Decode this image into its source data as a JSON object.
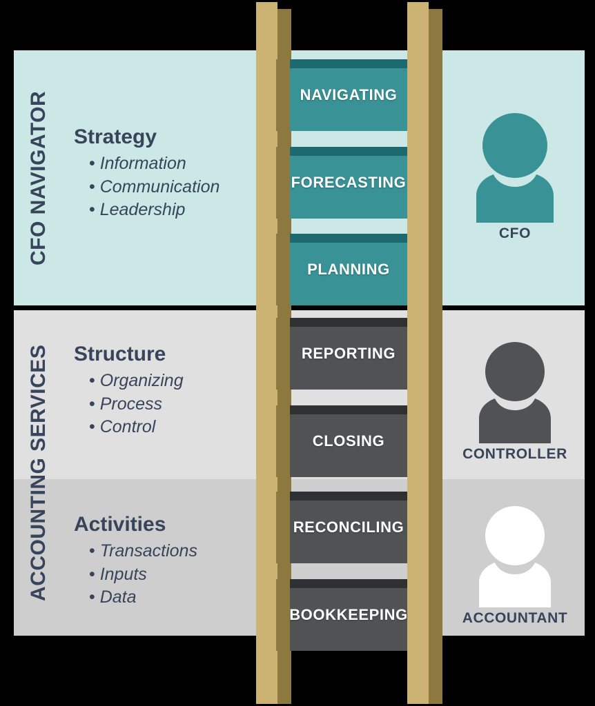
{
  "diagram": {
    "title": "CFO Navigator / Accounting Services Ladder",
    "colors": {
      "strategy_band": "#cbe7e6",
      "structure_band": "#e0e0e1",
      "activities_band": "#cecece",
      "teal": "#389296",
      "teal_dark": "#1c6a70",
      "gray_rung": "#515253",
      "gray_rung_dark": "#2e3032",
      "ladder_face": "#ccb273",
      "ladder_side": "#8d7840",
      "text_navy": "#37445a",
      "white": "#ffffff"
    }
  },
  "side_labels": {
    "top": "CFO NAVIGATOR",
    "bottom": "ACCOUNTING SERVICES"
  },
  "sections": [
    {
      "key": "strategy",
      "title": "Strategy",
      "bullets": [
        "Information",
        "Communication",
        "Leadership"
      ]
    },
    {
      "key": "structure",
      "title": "Structure",
      "bullets": [
        "Organizing",
        "Process",
        "Control"
      ]
    },
    {
      "key": "activities",
      "title": "Activities",
      "bullets": [
        "Transactions",
        "Inputs",
        "Data"
      ]
    }
  ],
  "ladder": {
    "rungs": [
      {
        "label": "NAVIGATING",
        "style": "teal"
      },
      {
        "label": "FORECASTING",
        "style": "teal"
      },
      {
        "label": "PLANNING",
        "style": "teal"
      },
      {
        "label": "REPORTING",
        "style": "dark"
      },
      {
        "label": "CLOSING",
        "style": "dark"
      },
      {
        "label": "RECONCILING",
        "style": "dark"
      },
      {
        "label": "BOOKKEEPING",
        "style": "dark"
      }
    ]
  },
  "roles": [
    {
      "key": "cfo",
      "label": "CFO",
      "icon": "person-icon",
      "color": "#389296"
    },
    {
      "key": "controller",
      "label": "CONTROLLER",
      "icon": "person-icon",
      "color": "#515253"
    },
    {
      "key": "accountant",
      "label": "ACCOUNTANT",
      "icon": "person-icon",
      "color": "#ffffff"
    }
  ]
}
